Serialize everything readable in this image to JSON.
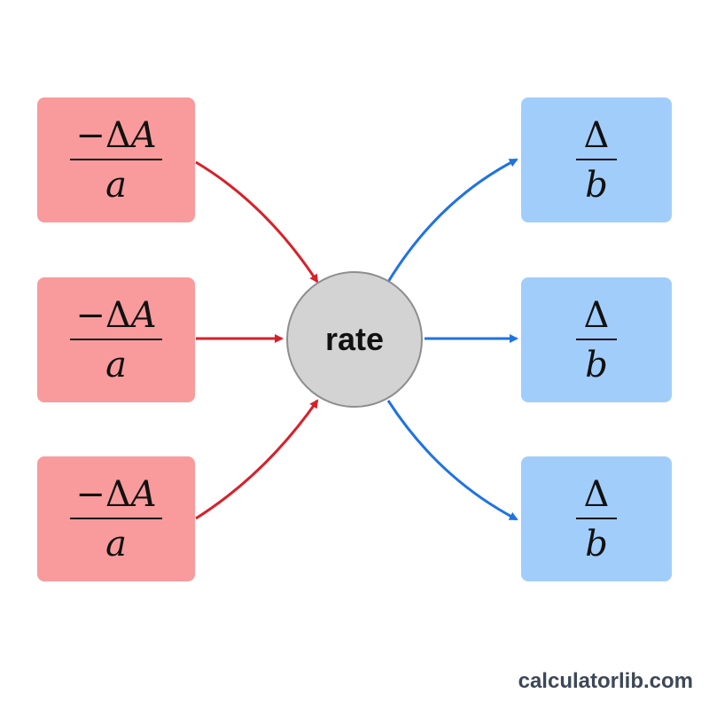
{
  "reactants": [
    {
      "numerator_sign": "−",
      "numerator_delta": "Δ",
      "numerator_var": "A",
      "denominator": "a"
    },
    {
      "numerator_sign": "−",
      "numerator_delta": "Δ",
      "numerator_var": "A",
      "denominator": "a"
    },
    {
      "numerator_sign": "−",
      "numerator_delta": "Δ",
      "numerator_var": "A",
      "denominator": "a"
    }
  ],
  "products": [
    {
      "numerator": "Δ",
      "denominator": "b"
    },
    {
      "numerator": "Δ",
      "denominator": "b"
    },
    {
      "numerator": "Δ",
      "denominator": "b"
    }
  ],
  "center": {
    "label": "rate"
  },
  "watermark": "calculatorlib.com",
  "colors": {
    "reactant_fill": "#f99b9c",
    "product_fill": "#a1cdfb",
    "reactant_arrow": "#d9202a",
    "product_arrow": "#1f73e0",
    "node_fill": "#d3d3d3"
  }
}
